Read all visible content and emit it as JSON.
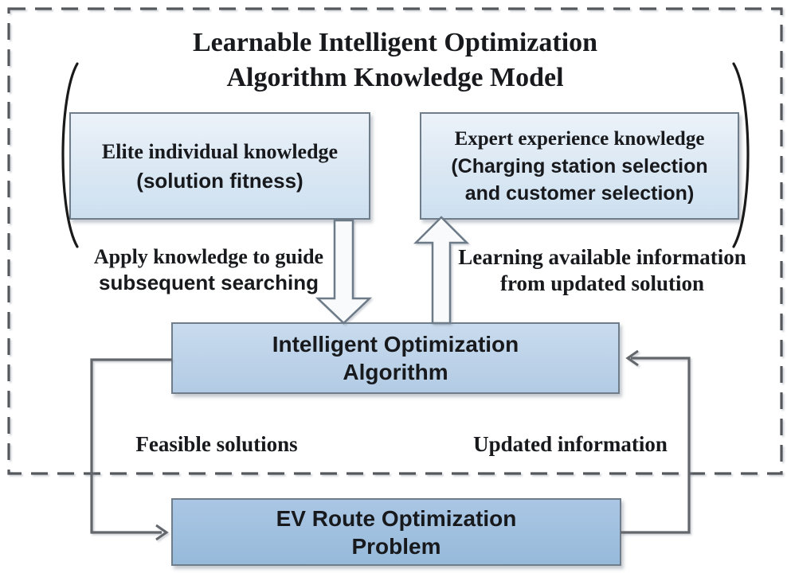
{
  "title": {
    "line1": "Learnable Intelligent Optimization",
    "line2": "Algorithm Knowledge Model"
  },
  "nodes": {
    "elite": {
      "line1": "Elite individual knowledge",
      "line2": "(solution fitness)"
    },
    "expert": {
      "line1": "Expert experience knowledge",
      "line2": "(Charging station selection",
      "line3": "and customer selection)"
    },
    "algorithm": {
      "line1": "Intelligent Optimization",
      "line2": "Algorithm"
    },
    "problem": {
      "line1": "EV Route Optimization",
      "line2": "Problem"
    }
  },
  "edge_labels": {
    "apply": {
      "line1": "Apply knowledge to guide",
      "line2": "subsequent searching"
    },
    "learning": {
      "line1": "Learning available information",
      "line2": "from updated solution"
    },
    "feasible": "Feasible solutions",
    "updated": "Updated information"
  },
  "colors": {
    "background": "#ffffff",
    "text": "#17191c",
    "dashed_boundary": "#54585c",
    "box_border": "#6f7c89",
    "knowledge_box_fill_top": "#ecf2f9",
    "knowledge_box_fill_bottom": "#cde0f0",
    "algorithm_box_fill_top": "#c9dbee",
    "algorithm_box_fill_bottom": "#b2cbe4",
    "problem_box_fill_top": "#aac6e4",
    "problem_box_fill_bottom": "#97bada",
    "block_arrow_fill": "#f8fafb",
    "block_arrow_border": "#6d7a87",
    "connector": "#63676b",
    "bracket": "#1a1a1a"
  }
}
